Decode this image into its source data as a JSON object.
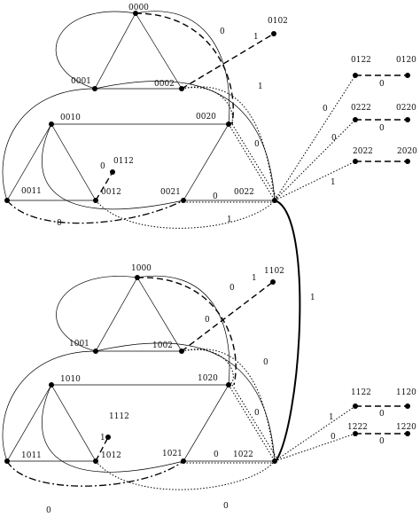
{
  "nodes": [
    "0000",
    "0001",
    "0002",
    "0010",
    "0020",
    "0011",
    "0012",
    "0021",
    "0022",
    "0102",
    "0112",
    "0122",
    "0120",
    "0222",
    "0220",
    "2022",
    "2020",
    "1000",
    "1001",
    "1002",
    "1010",
    "1020",
    "1011",
    "1012",
    "1021",
    "1022",
    "1102",
    "1112",
    "1122",
    "1120",
    "1222",
    "1220"
  ],
  "edge_labels": [
    "0",
    "1",
    "1",
    "0",
    "0",
    "0",
    "0",
    "0",
    "0",
    "1",
    "1",
    "1",
    "0",
    "0",
    "0",
    "1",
    "0",
    "0",
    "0",
    "1",
    "0",
    "0",
    "0",
    "1",
    "0",
    "1",
    "0",
    "0",
    "0"
  ]
}
